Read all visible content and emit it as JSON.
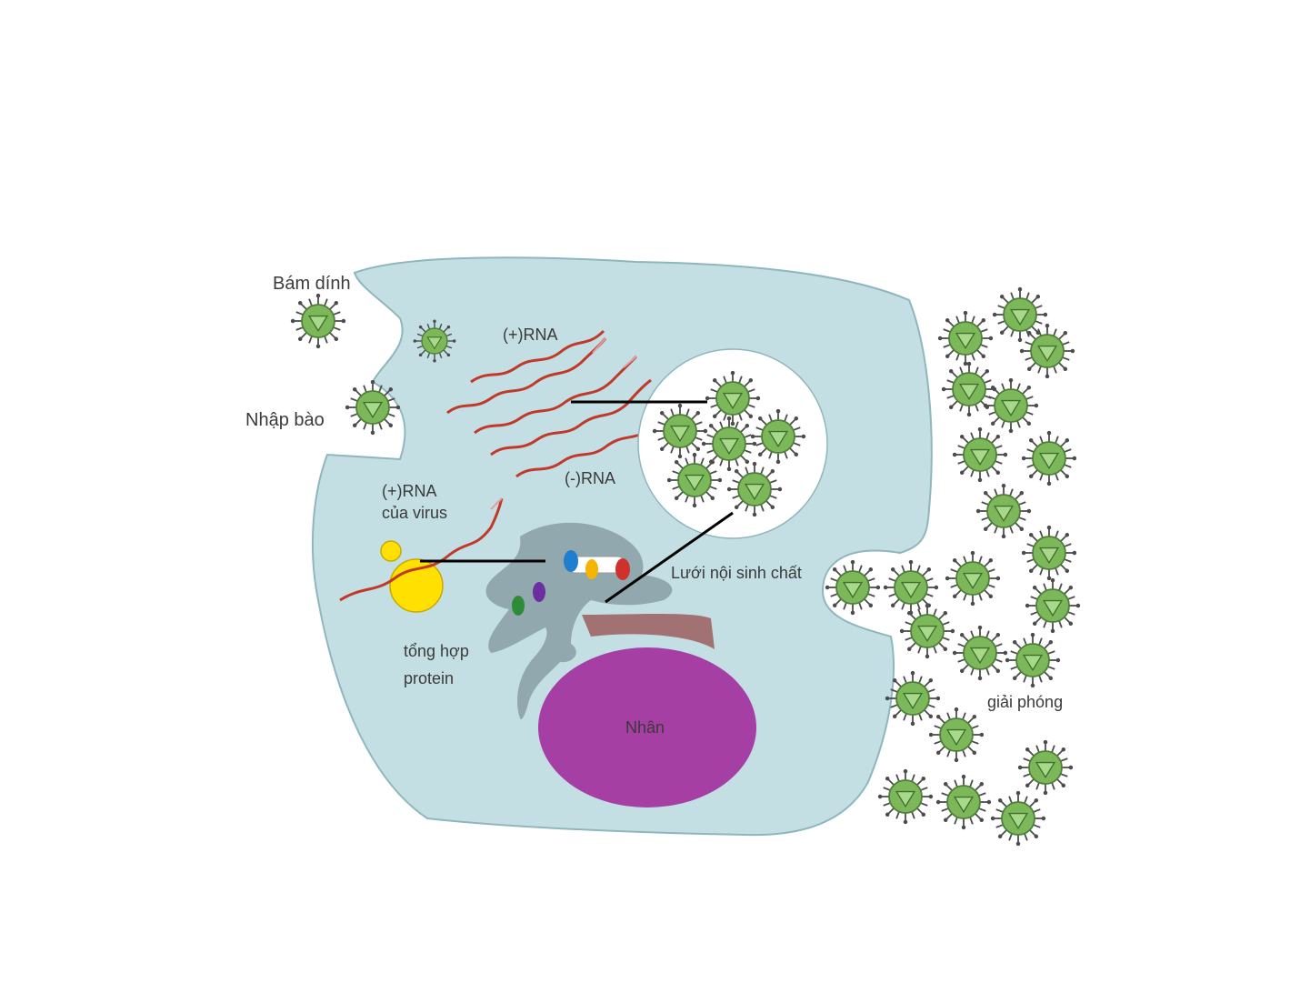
{
  "diagram": {
    "labels": {
      "attach": "Bám dính",
      "endocytosis": "Nhập bào",
      "plus_rna_top": "(+)RNA",
      "minus_rna": "(-)RNA",
      "viral_plus_rna_line1": "(+)RNA",
      "viral_plus_rna_line2": "của virus",
      "er": "Lưới nội sinh chất",
      "protein_line1": "tổng hợp",
      "protein_line2": "protein",
      "nucleus": "Nhân",
      "release": "giải phóng"
    },
    "colors": {
      "background": "#ffffff",
      "cell_fill": "#c4dfe3",
      "cell_stroke": "#8fb6bd",
      "vesicle_fill": "#ffffff",
      "nucleus_fill": "#a63fa4",
      "ribosome_fill": "#ffe000",
      "er_fill": "#8ea4ab",
      "rna_color": "#c0392b",
      "virus_fill": "#7cb85a",
      "virus_spike": "#4c4c4c",
      "protein_beads": [
        "#1e7fd0",
        "#f4b400",
        "#d0312d",
        "#2e8b3a",
        "#6b2fa0"
      ]
    },
    "icons": [
      "virus-icon",
      "ribosome-icon",
      "rna-strand-icon"
    ]
  }
}
